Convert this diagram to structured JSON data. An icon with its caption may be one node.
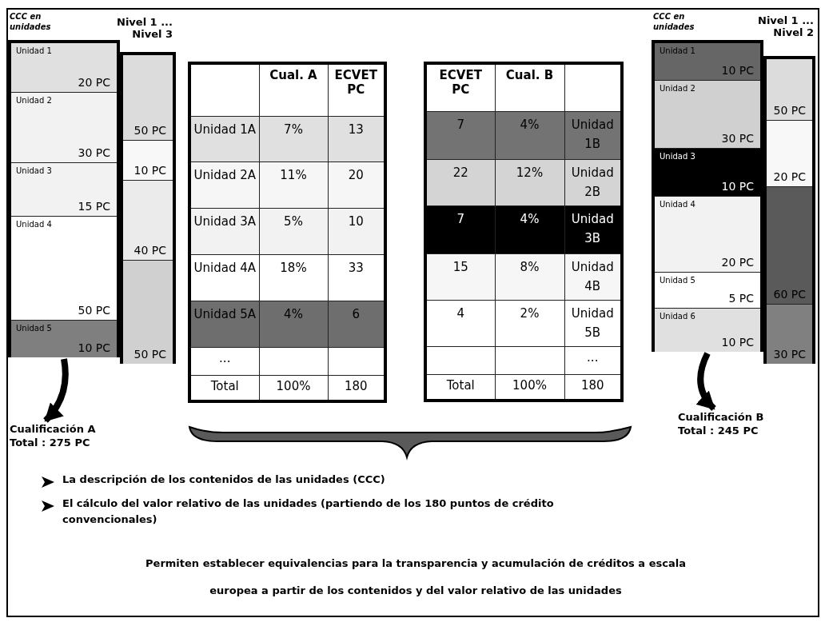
{
  "diagram": {
    "nodes": [
      {
        "text": [
          "CCC en unidades"
        ]
      },
      {
        "text": [
          "Unidad 1",
          "20 PC"
        ],
        "in": 0
      },
      {
        "text": [
          "Unidad 2",
          "30 PC"
        ],
        "in": 0
      },
      {
        "text": [
          "Unidad 3",
          "15 PC"
        ],
        "in": 0
      },
      {
        "text": [
          "Unidad 4",
          "50 PC"
        ],
        "in": 0
      },
      {
        "text": [
          "Unidad 5",
          "10 PC"
        ],
        "in": 0
      },
      {
        "text": [
          "Nivel 1 ... Nivel 3"
        ]
      },
      {
        "text": [
          "50 PC"
        ],
        "in": 6
      },
      {
        "text": [
          "10 PC"
        ],
        "in": 6
      },
      {
        "text": [
          "40 PC"
        ],
        "in": 6
      },
      {
        "text": [
          "50 PC"
        ],
        "in": 6
      },
      {
        "text": [
          "Cualificación A",
          "Total : 275 PC"
        ]
      },
      {
        "text": [
          "CCC en unidades"
        ]
      },
      {
        "text": [
          "Unidad 1",
          "10 PC"
        ],
        "in": 12
      },
      {
        "text": [
          "Unidad 2",
          "30 PC"
        ],
        "in": 12
      },
      {
        "text": [
          "Unidad 3",
          "10 PC"
        ],
        "in": 12
      },
      {
        "text": [
          "Unidad 4",
          "20 PC"
        ],
        "in": 12
      },
      {
        "text": [
          "Unidad 5",
          "5 PC"
        ],
        "in": 12
      },
      {
        "text": [
          "Unidad 6",
          "10 PC"
        ],
        "in": 12
      },
      {
        "text": [
          "Nivel 1 ... Nivel 2"
        ]
      },
      {
        "text": [
          "50 PC"
        ],
        "in": 19
      },
      {
        "text": [
          "20 PC"
        ],
        "in": 19
      },
      {
        "text": [
          "60 PC"
        ],
        "in": 19
      },
      {
        "text": [
          "30 PC"
        ],
        "in": 19
      },
      {
        "text": [
          "Cualificación B",
          "Total : 245 PC"
        ]
      },
      {
        "text": [],
        "shape": "brace"
      }
    ],
    "edges": [
      {
        "from": 0,
        "to": 11,
        "arrow": "to"
      },
      {
        "from": 12,
        "to": 24,
        "arrow": "to"
      }
    ],
    "labels": [
      "Cual. A",
      "ECVET PC",
      "Unidad 1A",
      "7%",
      "13",
      "Unidad 2A",
      "11%",
      "20",
      "Unidad 3A",
      "5%",
      "10",
      "Unidad 4A",
      "18%",
      "33",
      "Unidad 5A",
      "4%",
      "6",
      "...",
      "Total",
      "100%",
      "180",
      "ECVET PC",
      "Cual. B",
      "7",
      "4%",
      "Unidad 1B",
      "22",
      "12%",
      "Unidad 2B",
      "7",
      "4%",
      "Unidad 3B",
      "15",
      "8%",
      "Unidad 4B",
      "4",
      "2%",
      "Unidad 5B",
      "...",
      "Total",
      "100%",
      "180",
      "La descripción de los contenidos de las unidades (CCC)",
      "El cálculo del valor relativo de las unidades (partiendo de los 180 puntos de crédito convencionales)",
      "Permiten establecer equivalencias para la transparencia y acumulación de créditos a escala europea a partir de los contenidos y del valor relativo de las unidades"
    ]
  }
}
